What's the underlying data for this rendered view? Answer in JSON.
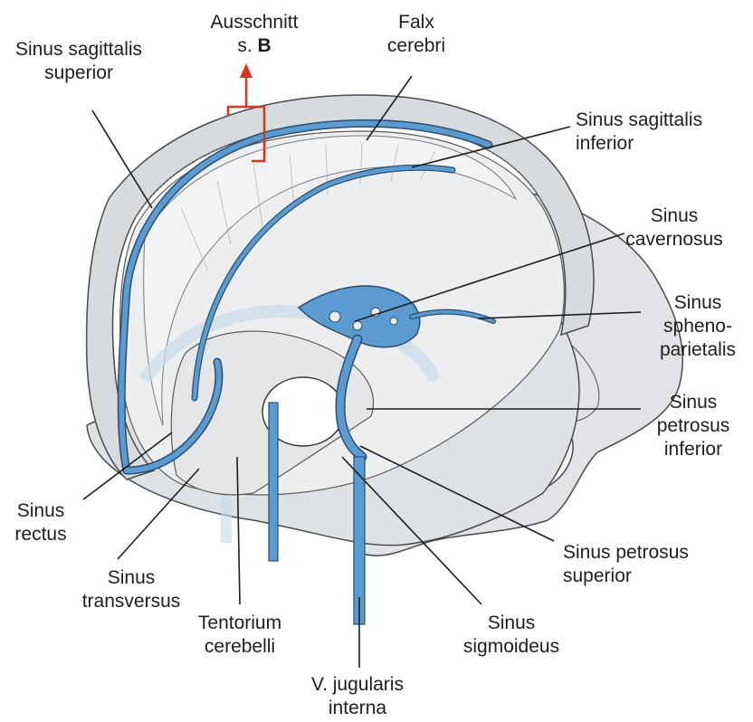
{
  "colors": {
    "sinus_blue": "#5b9bd0",
    "sinus_outline": "#2c4e72",
    "light_vein": "#c9dbea",
    "skull_fill": "#e6e8ea",
    "skull_shade": "#cfd3d7",
    "bone_rim": "#d7d9dc",
    "pointer_red": "#d9361e",
    "leader_line": "#1e1e1e"
  },
  "labels": {
    "ausschnitt": {
      "line1": "Ausschnitt",
      "prefix": "s. ",
      "ref": "B"
    },
    "falx_cerebri": {
      "line1": "Falx",
      "line2": "cerebri"
    },
    "sinus_sagittalis_superior": {
      "line1": "Sinus sagittalis",
      "line2": "superior"
    },
    "sinus_sagittalis_inferior": {
      "line1": "Sinus sagittalis",
      "line2": "inferior"
    },
    "sinus_cavernosus": {
      "line1": "Sinus",
      "line2": "cavernosus"
    },
    "sinus_sphenoparietalis": {
      "line1": "Sinus",
      "line2": "spheno-",
      "line3": "parietalis"
    },
    "sinus_petrosus_inferior": {
      "line1": "Sinus",
      "line2": "petrosus",
      "line3": "inferior"
    },
    "sinus_petrosus_superior": {
      "line1": "Sinus petrosus",
      "line2": "superior"
    },
    "sinus_sigmoideus": {
      "line1": "Sinus",
      "line2": "sigmoideus"
    },
    "v_jugularis_interna": {
      "line1": "V. jugularis",
      "line2": "interna"
    },
    "tentorium_cerebelli": {
      "line1": "Tentorium",
      "line2": "cerebelli"
    },
    "sinus_transversus": {
      "line1": "Sinus",
      "line2": "transversus"
    },
    "sinus_rectus": {
      "line1": "Sinus",
      "line2": "rectus"
    }
  }
}
